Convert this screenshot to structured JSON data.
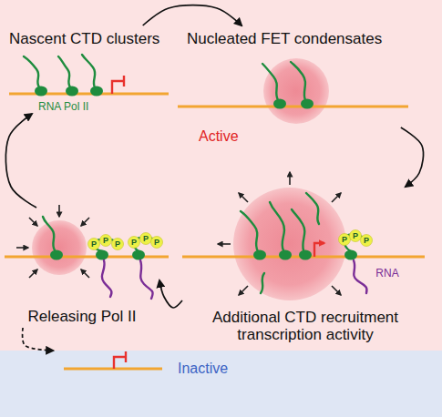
{
  "diagram": {
    "nodes": [
      {
        "text": [
          "Active"
        ]
      },
      {
        "text": [
          "Nascent CTD clusters"
        ],
        "in": 0
      },
      {
        "text": [
          "Nucleated FET condensates"
        ],
        "in": 0
      },
      {
        "text": [
          "Additional CTD recruitment transcription activity"
        ],
        "in": 0
      },
      {
        "text": [
          "Releasing Pol II"
        ],
        "in": 0
      },
      {
        "text": [
          "Inactive"
        ]
      }
    ],
    "edges": [
      {
        "from": 1,
        "to": 2,
        "arrow": "to"
      },
      {
        "from": 2,
        "to": 3,
        "arrow": "to"
      },
      {
        "from": 3,
        "to": 4,
        "arrow": "to"
      },
      {
        "from": 4,
        "to": 1,
        "arrow": "to"
      },
      {
        "from": 4,
        "to": 5,
        "arrow": "to"
      }
    ],
    "labels": [
      "RNA Pol II",
      "P",
      "P",
      "P",
      "P",
      "P",
      "P",
      "P",
      "P",
      "P",
      "RNA"
    ]
  }
}
